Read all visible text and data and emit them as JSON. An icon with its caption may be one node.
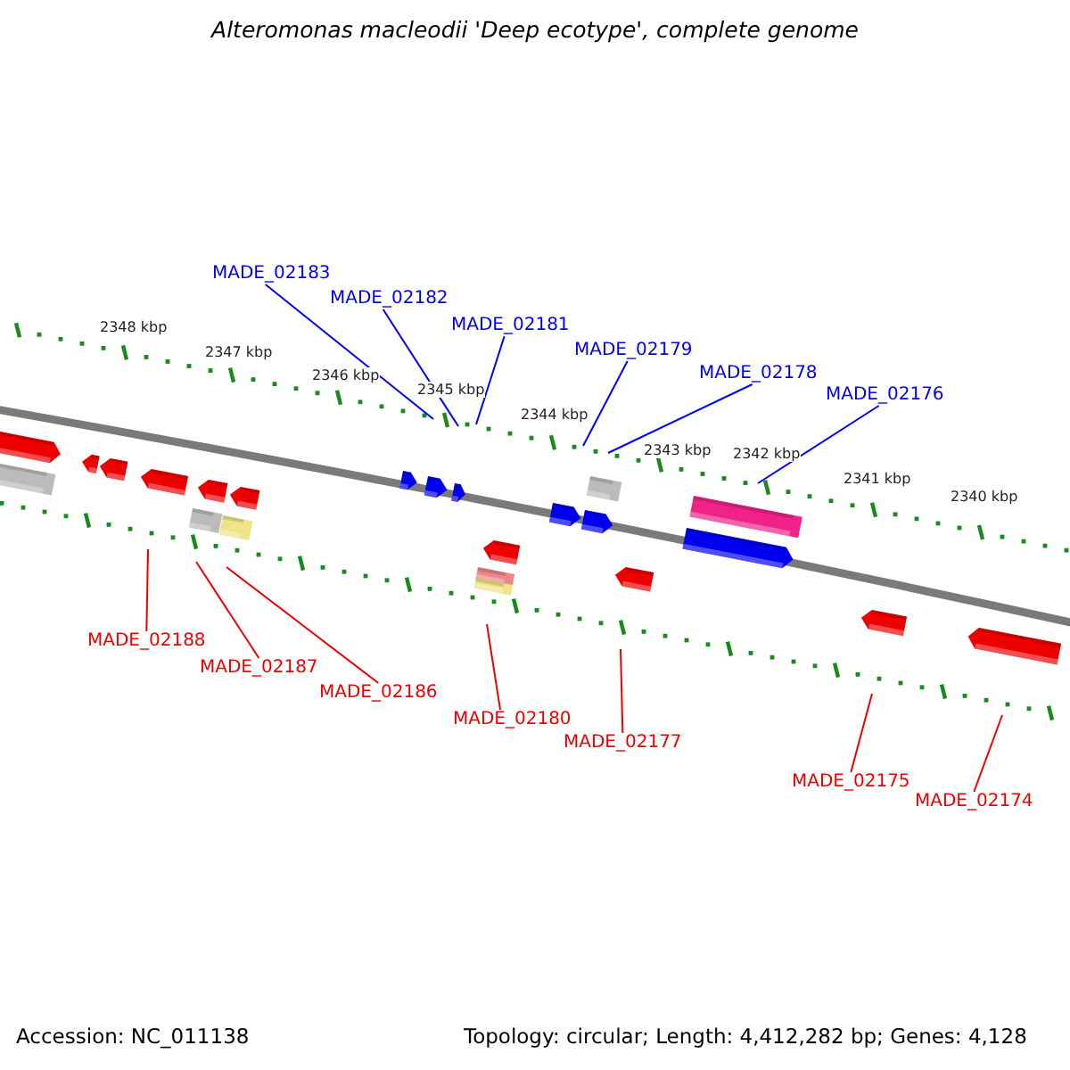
{
  "diagram": {
    "title": "Alteromonas macleodii 'Deep ecotype', complete genome",
    "nodes": [
      {
        "text": [
          "MADE_02183"
        ]
      },
      {
        "text": [
          "MADE_02182"
        ]
      },
      {
        "text": [
          "MADE_02181"
        ]
      },
      {
        "text": [
          "MADE_02179"
        ]
      },
      {
        "text": [
          "MADE_02178"
        ]
      },
      {
        "text": [
          "MADE_02176"
        ]
      },
      {
        "text": [
          "MADE_02188"
        ]
      },
      {
        "text": [
          "MADE_02187"
        ]
      },
      {
        "text": [
          "MADE_02186"
        ]
      },
      {
        "text": [
          "MADE_02180"
        ]
      },
      {
        "text": [
          "MADE_02177"
        ]
      },
      {
        "text": [
          "MADE_02175"
        ]
      },
      {
        "text": [
          "MADE_02174"
        ]
      }
    ],
    "edges": [
      {
        "from": 0,
        "to": null,
        "arrow": "none",
        "color": "#0000ff"
      },
      {
        "from": 1,
        "to": null,
        "arrow": "none",
        "color": "#0000ff"
      },
      {
        "from": 2,
        "to": null,
        "arrow": "none",
        "color": "#0000ff"
      },
      {
        "from": 3,
        "to": null,
        "arrow": "none",
        "color": "#0000ff"
      },
      {
        "from": 4,
        "to": null,
        "arrow": "none",
        "color": "#0000ff"
      },
      {
        "from": 5,
        "to": null,
        "arrow": "none",
        "color": "#0000ff"
      },
      {
        "from": 6,
        "to": null,
        "arrow": "none"
      },
      {
        "from": 7,
        "to": null,
        "arrow": "none"
      },
      {
        "from": 8,
        "to": null,
        "arrow": "none"
      },
      {
        "from": 9,
        "to": null,
        "arrow": "none"
      },
      {
        "from": 10,
        "to": null,
        "arrow": "none"
      },
      {
        "from": 11,
        "to": null,
        "arrow": "none"
      },
      {
        "from": 12,
        "to": null,
        "arrow": "none"
      }
    ],
    "labels": [
      "2348 kbp",
      "2347 kbp",
      "2346 kbp",
      "2345 kbp",
      "2344 kbp",
      "2343 kbp",
      "2342 kbp",
      "2341 kbp",
      "2340 kbp",
      "Accession: NC_011138",
      "Topology: circular; Length: 4,412,282 bp; Genes: 4,128"
    ]
  }
}
